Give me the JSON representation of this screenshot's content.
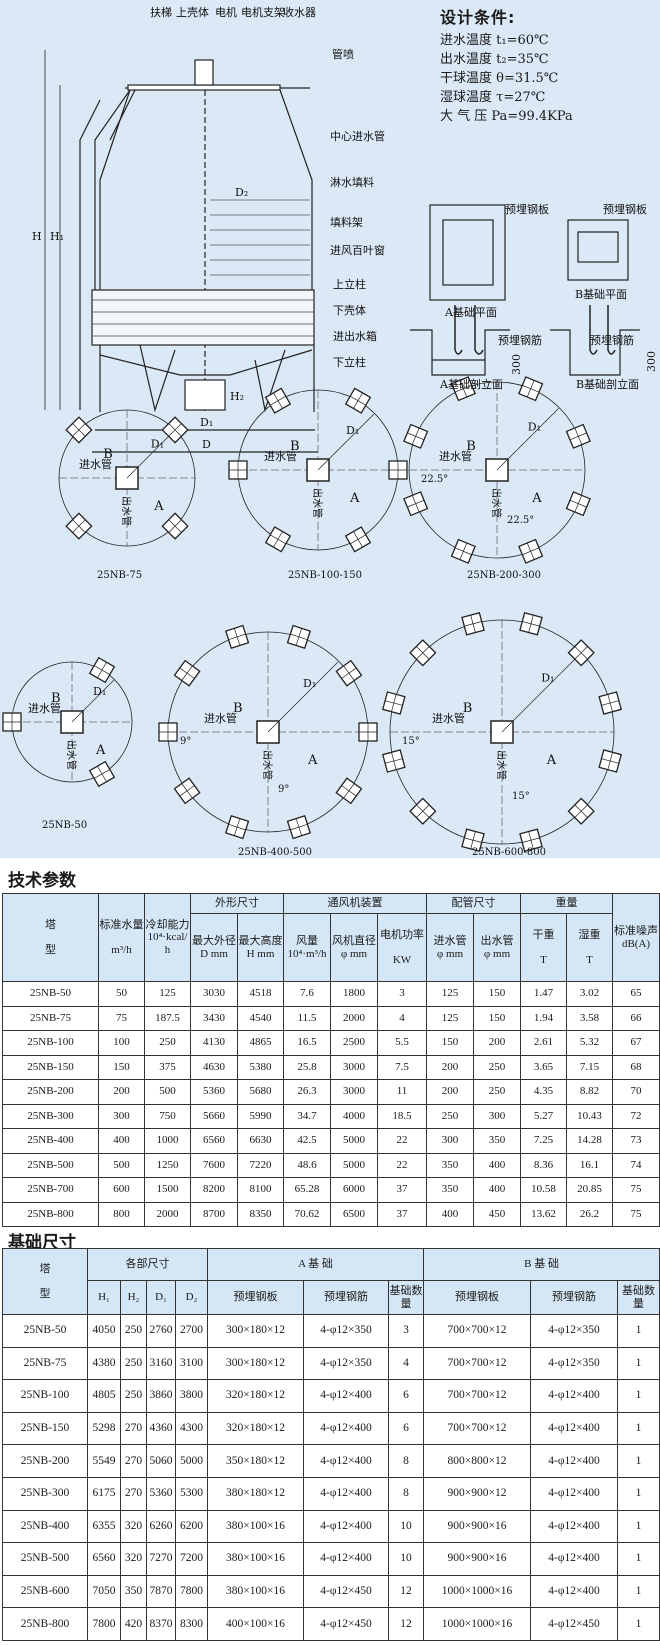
{
  "drawing": {
    "labels": {
      "ladder": "扶梯",
      "upper_shell": "上壳体",
      "motor": "电机",
      "motor_bracket": "电机支架",
      "collector": "收水器",
      "nozzle": "管喷",
      "center_pipe": "中心进水管",
      "fill": "淋水填料",
      "fill_rack": "填料架",
      "louver": "进风百叶窗",
      "upper_column": "上立柱",
      "lower_shell": "下壳体",
      "water_box": "进出水箱",
      "lower_column": "下立柱",
      "H": "H",
      "H1": "H₁",
      "D": "D",
      "D1": "D₁",
      "D2": "D₂",
      "H2": "H₂"
    },
    "design": {
      "title": "设计条件:",
      "lines": [
        "进水温度 t₁=60℃",
        "出水温度 t₂=35℃",
        "干球温度 θ=31.5℃",
        "湿球温度 τ=27℃",
        "大 气 压 Pa=99.4KPa"
      ]
    },
    "foundation": {
      "plate": "预埋钢板",
      "rebar": "预埋钢筋",
      "a_plan": "A基础平面",
      "b_plan": "B基础平面",
      "a_sec": "A基础剖立面",
      "b_sec": "B基础剖立面",
      "depth": "300"
    },
    "layouts": [
      {
        "name": "25NB-75",
        "count": 4
      },
      {
        "name": "25NB-100-150",
        "count": 6
      },
      {
        "name": "25NB-200-300",
        "count": 8,
        "angle": "22.5°"
      },
      {
        "name": "25NB-50",
        "count": 3
      },
      {
        "name": "25NB-400-500",
        "count": 10,
        "angle": "9°"
      },
      {
        "name": "25NB-600-800",
        "count": 12,
        "angle": "15°"
      }
    ],
    "layout_labels": {
      "A": "A",
      "B": "B",
      "D1": "D₁",
      "inlet": "进水管",
      "outlet": "出水管"
    }
  },
  "tech": {
    "title": "技术参数",
    "headers": {
      "model": "塔",
      "model2": "型",
      "flow": "标准水量",
      "flow_unit": "m³/h",
      "cool": "冷却能力",
      "cool_unit": "10⁴·kcal/h",
      "dims": "外形尺寸",
      "d": "最大外径",
      "d_unit": "D mm",
      "h": "最大高度",
      "h_unit": "H mm",
      "fan": "通风机装置",
      "air": "风量",
      "air_unit": "10⁴·m³/h",
      "fan_d": "风机直径",
      "fan_d_unit": "φ mm",
      "power": "电机功率",
      "power_unit": "KW",
      "pipe": "配管尺寸",
      "in": "进水管",
      "in_unit": "φ mm",
      "out": "出水管",
      "out_unit": "φ mm",
      "weight": "重量",
      "dry": "干重",
      "dry_unit": "T",
      "wet": "湿重",
      "wet_unit": "T",
      "noise": "标准噪声",
      "noise_unit": "dB(A)"
    },
    "rows": [
      [
        "25NB-50",
        "50",
        "125",
        "3030",
        "4518",
        "7.6",
        "1800",
        "3",
        "125",
        "150",
        "1.47",
        "3.02",
        "65"
      ],
      [
        "25NB-75",
        "75",
        "187.5",
        "3430",
        "4540",
        "11.5",
        "2000",
        "4",
        "125",
        "150",
        "1.94",
        "3.58",
        "66"
      ],
      [
        "25NB-100",
        "100",
        "250",
        "4130",
        "4865",
        "16.5",
        "2500",
        "5.5",
        "150",
        "200",
        "2.61",
        "5.32",
        "67"
      ],
      [
        "25NB-150",
        "150",
        "375",
        "4630",
        "5380",
        "25.8",
        "3000",
        "7.5",
        "200",
        "250",
        "3.65",
        "7.15",
        "68"
      ],
      [
        "25NB-200",
        "200",
        "500",
        "5360",
        "5680",
        "26.3",
        "3000",
        "11",
        "200",
        "250",
        "4.35",
        "8.82",
        "70"
      ],
      [
        "25NB-300",
        "300",
        "750",
        "5660",
        "5990",
        "34.7",
        "4000",
        "18.5",
        "250",
        "300",
        "5.27",
        "10.43",
        "72"
      ],
      [
        "25NB-400",
        "400",
        "1000",
        "6560",
        "6630",
        "42.5",
        "5000",
        "22",
        "300",
        "350",
        "7.25",
        "14.28",
        "73"
      ],
      [
        "25NB-500",
        "500",
        "1250",
        "7600",
        "7220",
        "48.6",
        "5000",
        "22",
        "350",
        "400",
        "8.36",
        "16.1",
        "74"
      ],
      [
        "25NB-700",
        "600",
        "1500",
        "8200",
        "8100",
        "65.28",
        "6000",
        "37",
        "350",
        "400",
        "10.58",
        "20.85",
        "75"
      ],
      [
        "25NB-800",
        "800",
        "2000",
        "8700",
        "8350",
        "70.62",
        "6500",
        "37",
        "400",
        "450",
        "13.62",
        "26.2",
        "75"
      ]
    ]
  },
  "base": {
    "title": "基础尺寸",
    "headers": {
      "model": "塔",
      "model2": "型",
      "parts": "各部尺寸",
      "h1": "H₁",
      "h2": "H₂",
      "d1": "D₁",
      "d2": "D₂",
      "a": "A 基 础",
      "b": "B 基 础",
      "plate": "预埋钢板",
      "rebar": "预埋钢筋",
      "qty": "基础数量"
    },
    "rows": [
      [
        "25NB-50",
        "4050",
        "250",
        "2760",
        "2700",
        "300×180×12",
        "4-φ12×350",
        "3",
        "700×700×12",
        "4-φ12×350",
        "1"
      ],
      [
        "25NB-75",
        "4380",
        "250",
        "3160",
        "3100",
        "300×180×12",
        "4-φ12×350",
        "4",
        "700×700×12",
        "4-φ12×350",
        "1"
      ],
      [
        "25NB-100",
        "4805",
        "250",
        "3860",
        "3800",
        "320×180×12",
        "4-φ12×400",
        "6",
        "700×700×12",
        "4-φ12×400",
        "1"
      ],
      [
        "25NB-150",
        "5298",
        "270",
        "4360",
        "4300",
        "320×180×12",
        "4-φ12×400",
        "6",
        "700×700×12",
        "4-φ12×400",
        "1"
      ],
      [
        "25NB-200",
        "5549",
        "270",
        "5060",
        "5000",
        "350×180×12",
        "4-φ12×400",
        "8",
        "800×800×12",
        "4-φ12×400",
        "1"
      ],
      [
        "25NB-300",
        "6175",
        "270",
        "5360",
        "5300",
        "380×180×12",
        "4-φ12×400",
        "8",
        "900×900×12",
        "4-φ12×400",
        "1"
      ],
      [
        "25NB-400",
        "6355",
        "320",
        "6260",
        "6200",
        "380×100×16",
        "4-φ12×400",
        "10",
        "900×900×16",
        "4-φ12×400",
        "1"
      ],
      [
        "25NB-500",
        "6560",
        "320",
        "7270",
        "7200",
        "380×100×16",
        "4-φ12×400",
        "10",
        "900×900×16",
        "4-φ12×400",
        "1"
      ],
      [
        "25NB-600",
        "7050",
        "350",
        "7870",
        "7800",
        "380×100×16",
        "4-φ12×450",
        "12",
        "1000×1000×16",
        "4-φ12×400",
        "1"
      ],
      [
        "25NB-800",
        "7800",
        "420",
        "8370",
        "8300",
        "400×100×16",
        "4-φ12×450",
        "12",
        "1000×1000×16",
        "4-φ12×450",
        "1"
      ]
    ]
  }
}
